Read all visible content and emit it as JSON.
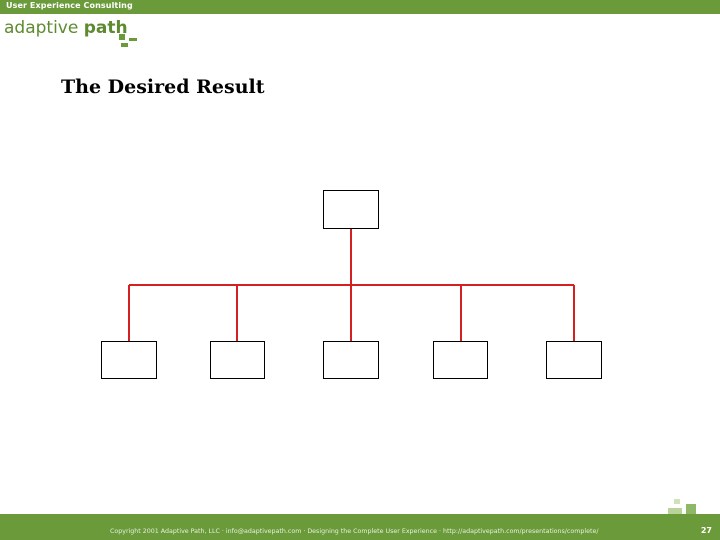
{
  "header": {
    "tagline": "User Experience Consulting",
    "logo_word1": "adaptive",
    "logo_word2": "path"
  },
  "slide": {
    "title": "The Desired Result"
  },
  "footer": {
    "copyright": "Copyright 2001 Adaptive Path, LLC · info@adaptivepath.com · Designing the Complete User Experience · http://adaptivepath.com/presentations/complete/",
    "page_number": "27"
  },
  "colors": {
    "brand_green": "#6a9a3a",
    "connector_red": "#d42020",
    "box_border": "#000000"
  }
}
